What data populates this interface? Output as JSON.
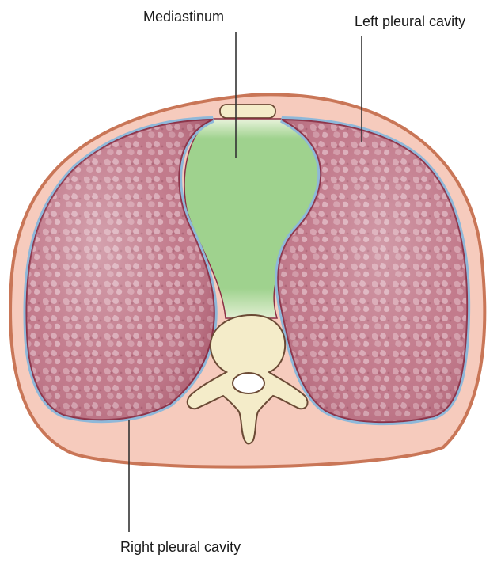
{
  "labels": {
    "mediastinum": "Mediastinum",
    "left_pleural_cavity": "Left pleural cavity",
    "right_pleural_cavity": "Right pleural cavity"
  },
  "colors": {
    "body_wall": "#f6cbbd",
    "body_outline": "#c97657",
    "pleura_blue": "#8fb8d9",
    "lung": "#b9697c",
    "lung_light": "#e3bcc6",
    "lung_outline": "#8b2f45",
    "mediastinum": "#9dd18b",
    "bone": "#f4ecc9",
    "bone_outline": "#6b4a35",
    "leader_line": "#333333"
  }
}
